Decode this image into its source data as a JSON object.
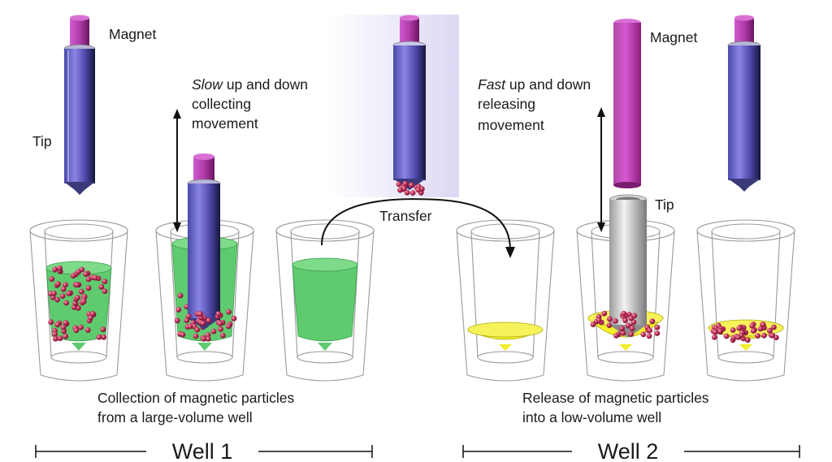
{
  "labels": {
    "magnet_1": "Magnet",
    "tip_1": "Tip",
    "slow_word": "Slow",
    "slow_rest": "up and down",
    "slow_line2": "collecting",
    "slow_line3": "movement",
    "transfer": "Transfer",
    "magnet_2": "Magnet",
    "fast_word": "Fast",
    "fast_rest": "up and down",
    "fast_line2": "releasing",
    "fast_line3": "movement",
    "tip_2": "Tip"
  },
  "captions": {
    "collection_line1": "Collection of magnetic particles",
    "collection_line2": "from a large-volume well",
    "release_line1": "Release of magnetic particles",
    "release_line2": "into a low-volume well"
  },
  "wells": {
    "well1": "Well 1",
    "well2": "Well 2"
  },
  "colors": {
    "liquid_well1": "#5fcb6f",
    "liquid_well2": "#f2ee2a",
    "magnet": "#a8359a",
    "tip_sleeve": "#5e58c2",
    "particle": "#b02a50"
  }
}
